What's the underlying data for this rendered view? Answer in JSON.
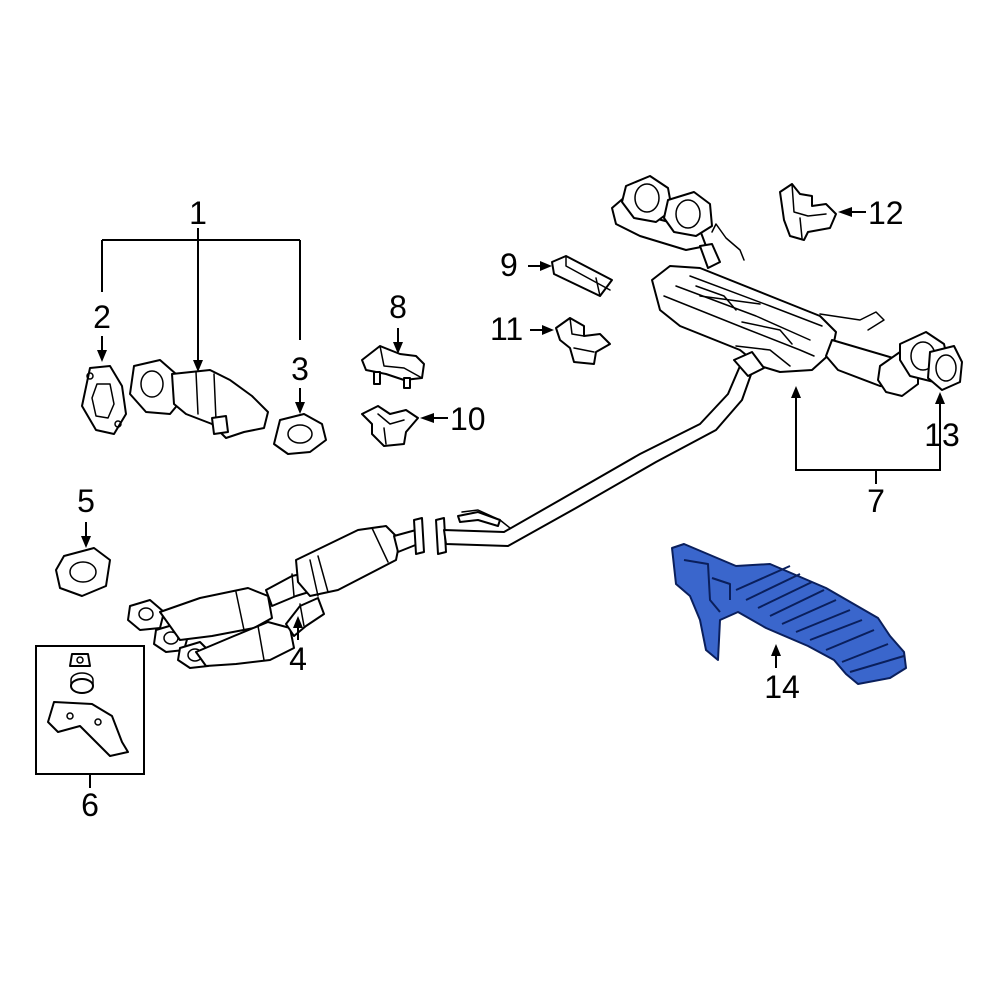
{
  "colors": {
    "line": "#000000",
    "background": "#ffffff",
    "highlight_fill": "#3a66cc",
    "highlight_stroke": "#0a1f5c"
  },
  "highlighted_part": "14",
  "callouts": {
    "c1": "1",
    "c2": "2",
    "c3": "3",
    "c4": "4",
    "c5": "5",
    "c6": "6",
    "c7": "7",
    "c8": "8",
    "c9": "9",
    "c10": "10",
    "c11": "11",
    "c12": "12",
    "c13": "13",
    "c14": "14"
  }
}
